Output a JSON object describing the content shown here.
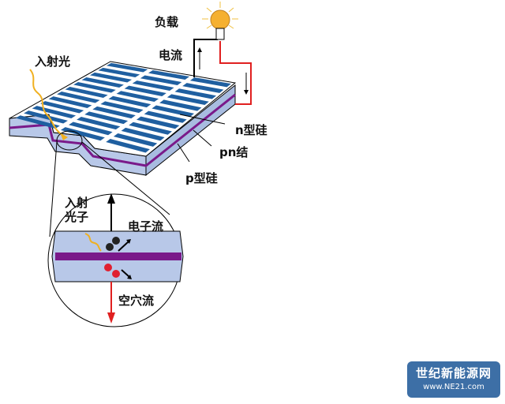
{
  "labels": {
    "load": "负载",
    "current": "电流",
    "incident_light": "入射光",
    "n_type": "n型硅",
    "pn_junction": "pn结",
    "p_type": "p型硅",
    "incident_photon_1": "入射",
    "incident_photon_2": "光子",
    "electron_flow": "电子流",
    "hole_flow": "空穴流"
  },
  "logo": {
    "line1": "世纪新能源网",
    "line2": "www.NE21.com"
  },
  "colors": {
    "cell": "#1f5fa0",
    "silicon": "#b8c8e8",
    "junction": "#7a1a8a",
    "wire_pos": "#e02020",
    "light": "#f0b020"
  }
}
